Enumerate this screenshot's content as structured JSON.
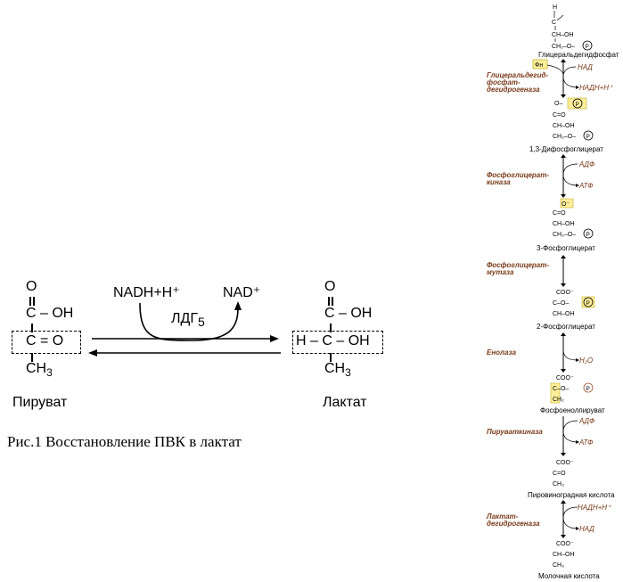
{
  "reaction": {
    "pyruvate_label": "Пируват",
    "lactate_label": "Лактат",
    "cofactor_in": "NADH+H⁺",
    "cofactor_out": "NAD⁺",
    "enzyme": "ЛДГ",
    "enzyme_sub": "5",
    "caption": "Рис.1 Восстановление ПВК в лактат",
    "o_label": "O",
    "oh_label": "– OH",
    "c_label": "C",
    "ch3_label": "CH",
    "ch3_sub": "3",
    "pyruvate_box": "C = O",
    "lactate_box": "H – C – OH"
  },
  "pathway": {
    "compounds": [
      "Глицеральдегидфосфат",
      "1,3-Дифосфоглицерат",
      "3-Фосфоглицерат",
      "2-Фосфоглицерат",
      "Фосфоенолпируват",
      "Пировиноградная кислота",
      "Молочная кислота"
    ],
    "enzymes": [
      [
        "Глицеральдегид-",
        "фосфат-",
        "дегидрогеназа"
      ],
      [
        "Фосфоглицерат-",
        "киназа"
      ],
      [
        "Фосфоглицерат-",
        "мутаза"
      ],
      [
        "Енолаза"
      ],
      [
        "Пируваткиназа"
      ],
      [
        "Лактат-",
        "дегидрогеназа"
      ]
    ],
    "cofactors": [
      {
        "in": "НАД",
        "out": "НАДН+Н⁺",
        "extra": "Фн"
      },
      {
        "in": "АДФ",
        "out": "АТФ"
      },
      {
        "in": "",
        "out": ""
      },
      {
        "in": "",
        "out": "H₂O"
      },
      {
        "in": "АДФ",
        "out": "АТФ"
      },
      {
        "in": "НАДН+Н⁺",
        "out": "НАД"
      }
    ],
    "formula_fragments": {
      "h": "H",
      "c_double_o": "C",
      "ch_oh": "CH–OH",
      "ch2_o_p": "CH₂–O–",
      "p": "P",
      "coo": "COO⁻",
      "c_eq_o": "C=O",
      "ch3": "CH₃",
      "o_minus": "O⁻",
      "ch2": "CH₂",
      "o": "O",
      "o_p": "O–",
      "c_o_p": "C–O–"
    },
    "colors": {
      "enzyme": "#7a3a1a",
      "highlight": "#ffef9a",
      "phosphate": "#000000"
    }
  }
}
